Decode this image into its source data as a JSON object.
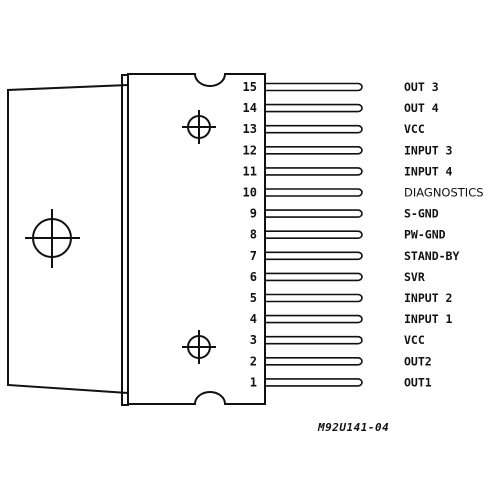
{
  "package": {
    "pins": [
      {
        "number": "15",
        "label": "OUT 3"
      },
      {
        "number": "14",
        "label": "OUT 4"
      },
      {
        "number": "13",
        "label": "VCC"
      },
      {
        "number": "12",
        "label": "INPUT 3"
      },
      {
        "number": "11",
        "label": "INPUT 4"
      },
      {
        "number": "10",
        "label": "DIAGNOSTICS",
        "style": "light"
      },
      {
        "number": "9",
        "label": "S-GND"
      },
      {
        "number": "8",
        "label": "PW-GND"
      },
      {
        "number": "7",
        "label": "STAND-BY"
      },
      {
        "number": "6",
        "label": "SVR"
      },
      {
        "number": "5",
        "label": "INPUT 2"
      },
      {
        "number": "4",
        "label": "INPUT 1"
      },
      {
        "number": "3",
        "label": "VCC"
      },
      {
        "number": "2",
        "label": "OUT2"
      },
      {
        "number": "1",
        "label": "OUT1"
      }
    ],
    "reference_code": "M92U141-04"
  }
}
